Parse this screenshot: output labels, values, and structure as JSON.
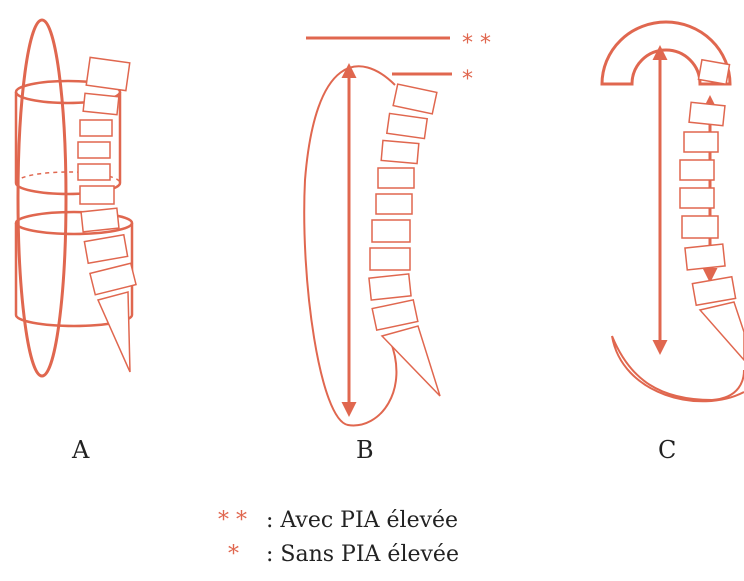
{
  "colors": {
    "accent": "#e0674f",
    "ink": "#222222"
  },
  "panels": [
    {
      "label": "A"
    },
    {
      "label": "B"
    },
    {
      "label": "C"
    }
  ],
  "markers": {
    "high": "* *",
    "low": "*"
  },
  "legend": [
    {
      "symbol": "* *",
      "text": ": Avec PIA élevée"
    },
    {
      "symbol": "*",
      "text": ": Sans PIA élevée"
    }
  ]
}
